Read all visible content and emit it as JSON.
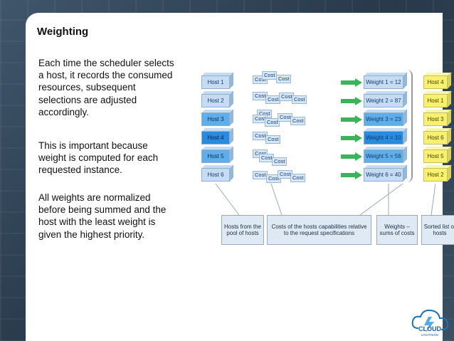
{
  "slide": {
    "title": "Weighting",
    "paragraphs": [
      "Each time the scheduler selects a host, it records the consumed resources, subsequent selections are adjusted accordingly.",
      "This is important because weight is computed for each requested instance.",
      "All weights are normalized before being summed and the host with the least weight is given the highest priority."
    ]
  },
  "diagram": {
    "hosts": [
      "Host 1",
      "Host 2",
      "Host 3",
      "Host 4",
      "Host 5",
      "Host 6"
    ],
    "cost_label": "Cost",
    "weights": [
      "Weight 1 = 12",
      "Weight 2 = 87",
      "Weight 3 = 23",
      "Weight 4 = 10",
      "Weight 5 = 56",
      "Weight 6 = 40"
    ],
    "sorted": [
      "Host 4",
      "Host 1",
      "Host 3",
      "Host 6",
      "Host 5",
      "Host 2"
    ],
    "captions": {
      "hosts": "Hosts from the pool of hosts",
      "costs": "Costs of the hosts capabilities relative to the request specifications",
      "weights": "Weights – sums of costs",
      "sorted": "Sorted list of hosts"
    }
  },
  "logo": {
    "text_top": "CLOUD",
    "text_bottom": "LIGHTNING",
    "icon": "cloud-logo-icon"
  },
  "colors": {
    "arrow": "#3cb35a",
    "host_light": "#c5dcf3",
    "host_mid": "#5eaeea",
    "host_dark": "#2a8ade",
    "sorted": "#f7f070"
  }
}
